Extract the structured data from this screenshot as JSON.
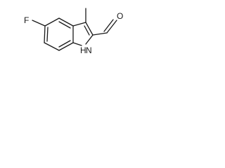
{
  "molecule": {
    "atoms": {
      "fluorine": "F",
      "nitrogen_line1": "H",
      "nitrogen_line2": "N",
      "oxygen": "O"
    }
  }
}
